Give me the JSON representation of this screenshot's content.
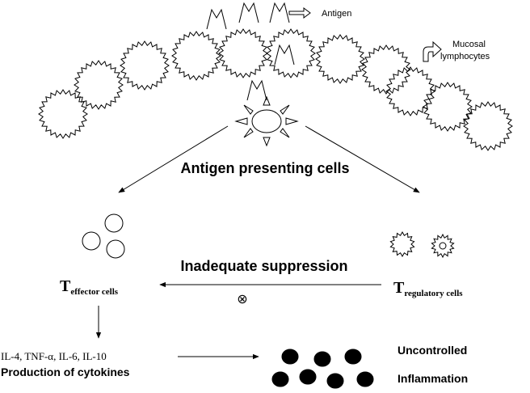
{
  "labels": {
    "antigen": "Antigen",
    "mucosal_line1": "Mucosal",
    "mucosal_line2": "lymphocytes",
    "apc": "Antigen presenting cells",
    "inadequate": "Inadequate suppression",
    "teffector_T": "T",
    "teffector_sub": "effector cells",
    "treg_T": "T",
    "treg_sub": "regulatory cells",
    "cytokine_list": "IL-4, TNF-α, IL-6, IL-10",
    "cytokine_production": "Production of cytokines",
    "uncontrolled": "Uncontrolled",
    "inflammation": "Inflammation"
  },
  "symbols": {
    "blocked": "⊗"
  }
}
